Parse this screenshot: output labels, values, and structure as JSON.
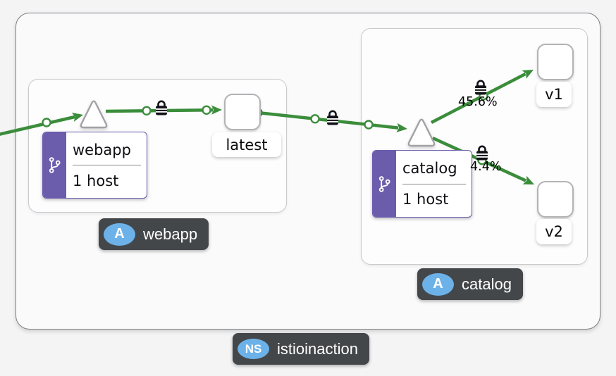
{
  "namespace": {
    "badge": "NS",
    "name": "istioinaction"
  },
  "webapp": {
    "app_badge": "A",
    "app_name": "webapp",
    "vs_title": "webapp",
    "vs_hosts": "1 host",
    "workload_version": "latest"
  },
  "catalog": {
    "app_badge": "A",
    "app_name": "catalog",
    "vs_title": "catalog",
    "vs_hosts": "1 host",
    "v1": {
      "label": "v1",
      "traffic": "45.6%"
    },
    "v2": {
      "label": "v2",
      "traffic": "4.4%"
    }
  },
  "icons": {
    "mtls": "lock",
    "virtual_service": "code-branch",
    "service_node": "triangle",
    "workload_node": "rounded-square"
  },
  "colors": {
    "edge_green": "#3b8d3b",
    "virtual_service_purple": "#6b5cac",
    "chip_dark": "#44474a",
    "badge_blue": "#6cb2e9",
    "background": "#f4f4f5"
  }
}
